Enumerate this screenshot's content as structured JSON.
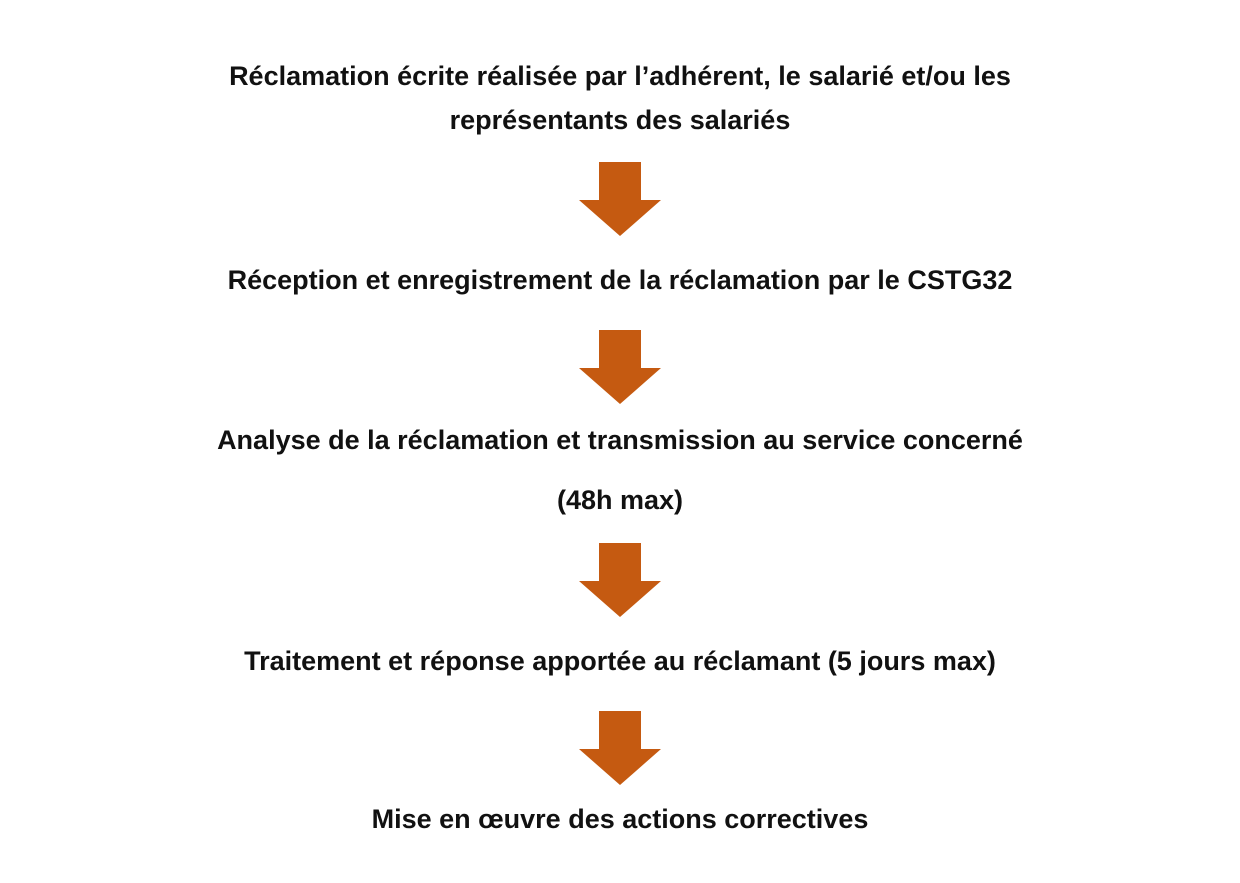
{
  "flowchart": {
    "steps": [
      {
        "lines": [
          "Réclamation écrite réalisée par l’adhérent, le salarié et/ou les",
          "représentants des salariés"
        ]
      },
      {
        "lines": [
          "Réception et enregistrement de la réclamation par le CSTG32"
        ]
      },
      {
        "lines": [
          "Analyse de la réclamation et transmission au service concerné",
          "(48h max)"
        ]
      },
      {
        "lines": [
          "Traitement et réponse apportée au réclamant (5 jours max)"
        ]
      },
      {
        "lines": [
          "Mise en œuvre des actions correctives"
        ]
      }
    ],
    "arrow_icon": "down-arrow-icon",
    "colors": {
      "arrow": "#c55a11",
      "text": "#111111",
      "background": "#ffffff"
    }
  }
}
